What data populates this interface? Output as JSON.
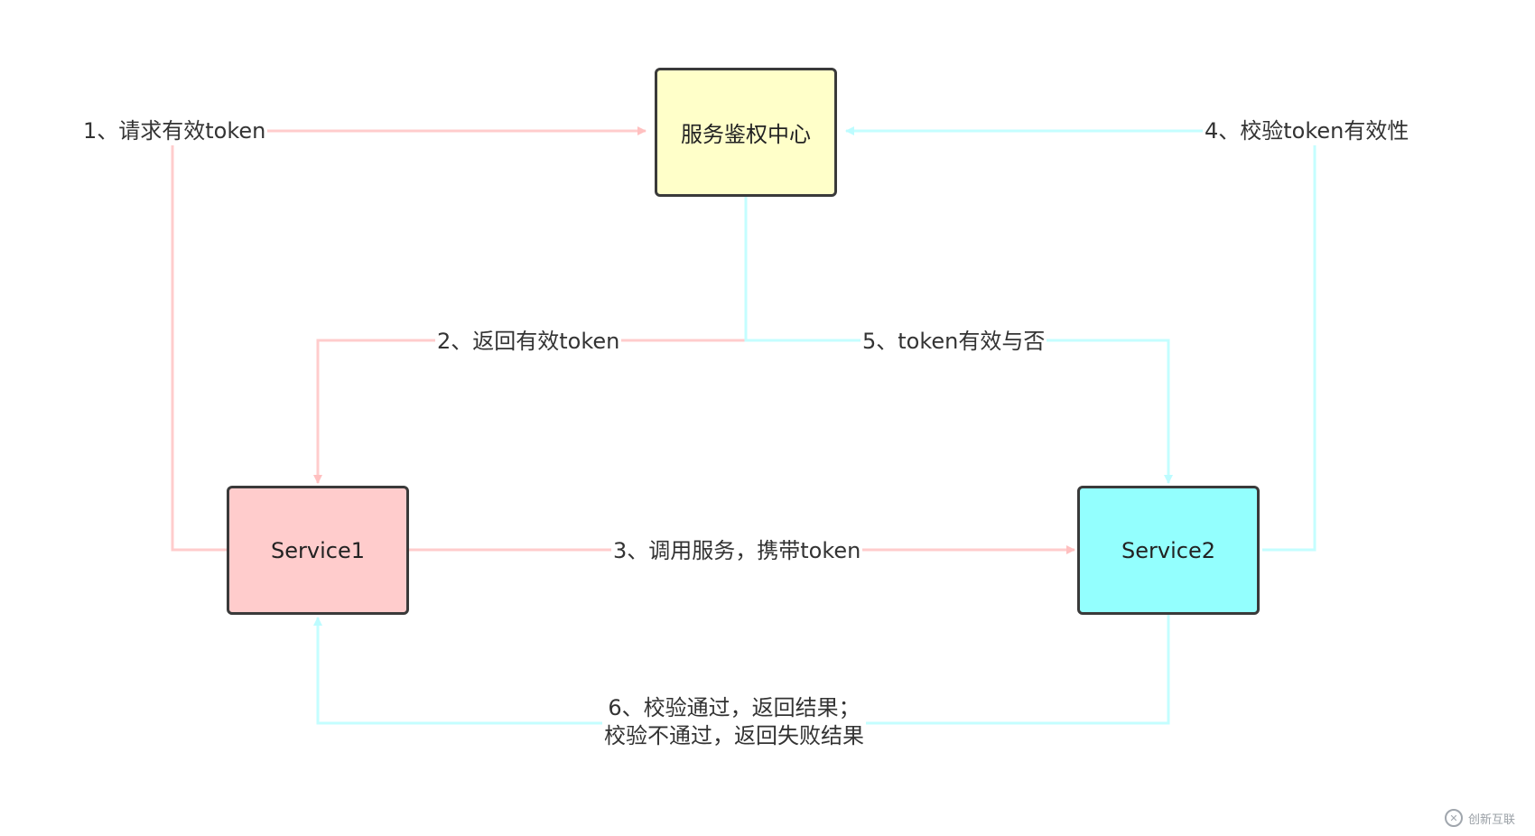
{
  "nodes": {
    "auth": {
      "label": "服务鉴权中心",
      "fill": "#ffffc9",
      "border": "#3a3a3a"
    },
    "service1": {
      "label": "Service1",
      "fill": "#ffcccc",
      "border": "#3a3a3a"
    },
    "service2": {
      "label": "Service2",
      "fill": "#93fffe",
      "border": "#3a3a3a"
    }
  },
  "edges": {
    "step1": {
      "label": "1、请求有效token",
      "color": "#ffcccc"
    },
    "step2": {
      "label": "2、返回有效token",
      "color": "#ffcccc"
    },
    "step3": {
      "label": "3、调用服务，携带token",
      "color": "#ffcccc"
    },
    "step4": {
      "label": "4、校验token有效性",
      "color": "#c4feff"
    },
    "step5": {
      "label": "5、token有效与否",
      "color": "#c4feff"
    },
    "step6": {
      "label_line1": "6、校验通过，返回结果；",
      "label_line2": "校验不通过，返回失败结果",
      "color": "#c4feff"
    }
  },
  "watermark": {
    "text": "创新互联"
  }
}
